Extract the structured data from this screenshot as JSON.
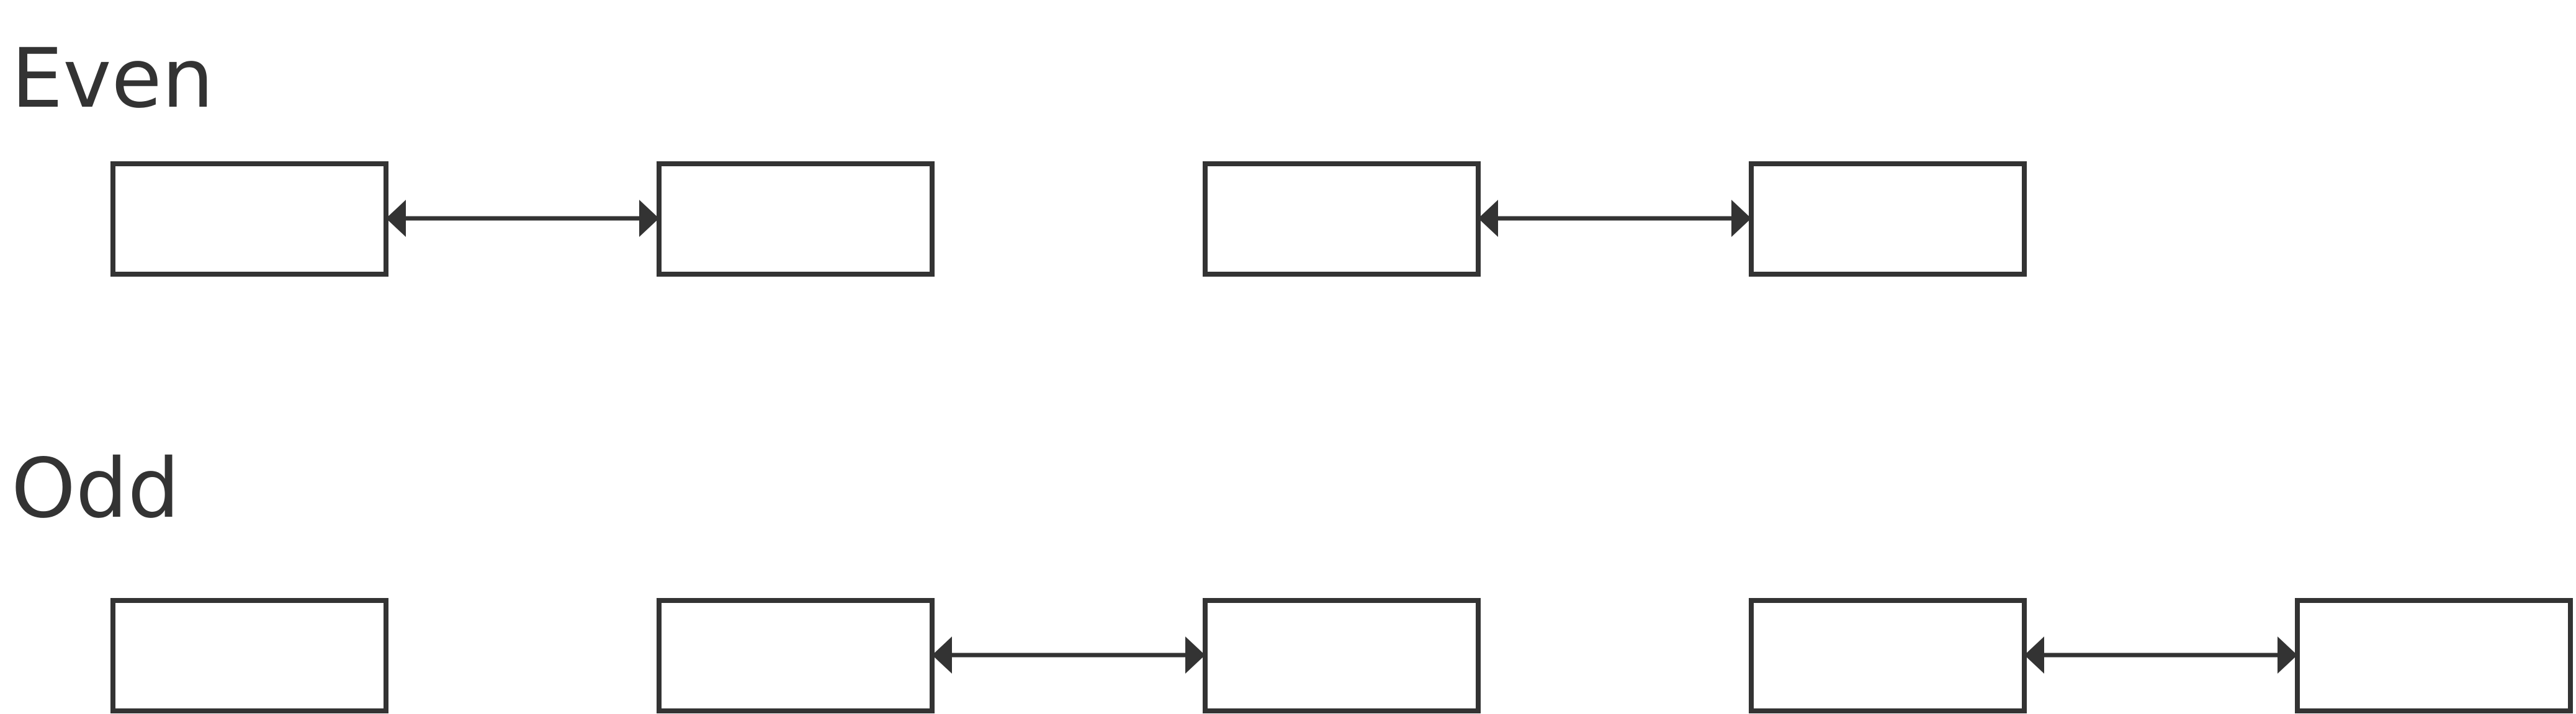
{
  "sections": [
    {
      "label": "Even",
      "box_count": 4,
      "links": [
        [
          0,
          1
        ],
        [
          2,
          3
        ]
      ]
    },
    {
      "label": "Odd",
      "box_count": 5,
      "links": [
        [
          1,
          2
        ],
        [
          3,
          4
        ]
      ]
    }
  ],
  "colors": {
    "stroke": "#333333",
    "background": "#ffffff"
  }
}
